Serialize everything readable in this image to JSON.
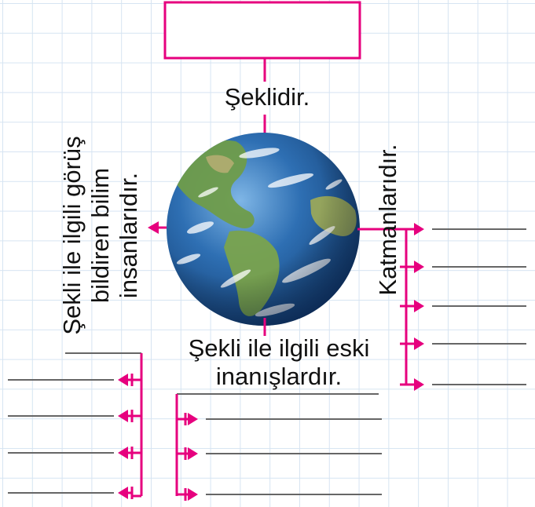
{
  "diagram": {
    "top_label": "Şeklidir.",
    "right_label": "Katmanlarıdır.",
    "left_label_lines": [
      "Şekli ile ilgili görüş",
      "bildiren bilim",
      "insanlarıdır."
    ],
    "bottom_label_lines": [
      "Şekli ile ilgili eski",
      "inanışlardır."
    ],
    "top_box_value": "",
    "answer_lines": {
      "left": [
        "",
        "",
        "",
        ""
      ],
      "bottom": [
        "",
        "",
        ""
      ],
      "right": [
        "",
        "",
        "",
        "",
        ""
      ]
    }
  },
  "colors": {
    "accent": "#e6007e",
    "grid": "#d6e4f2",
    "answer_line": "#666666",
    "ocean": "#2e6fb3",
    "land": "#6f9c4a"
  },
  "icons": [
    "earth-globe-icon",
    "arrow-head-icon"
  ]
}
